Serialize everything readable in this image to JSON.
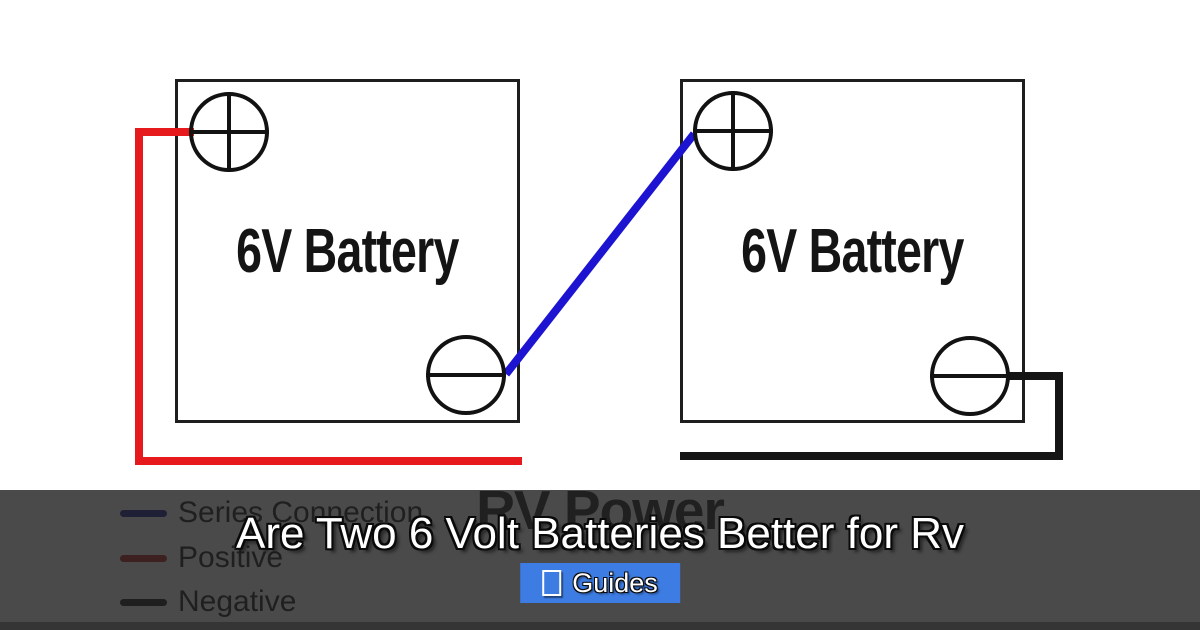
{
  "diagram": {
    "batteries": [
      {
        "label": "6V Battery"
      },
      {
        "label": "6V Battery"
      }
    ],
    "caption": "RV Power",
    "terminals": {
      "positive_symbol": "circle-with-cross",
      "negative_symbol": "circle-with-minus"
    },
    "wires": {
      "series_color": "#1d14d2",
      "positive_color": "#e61a1c",
      "negative_color": "#151515"
    },
    "legend": {
      "items": [
        {
          "label": "Series Connection",
          "color": "#14148c"
        },
        {
          "label": "Positive",
          "color": "#b51a1a"
        },
        {
          "label": "Negative",
          "color": "#121212"
        }
      ]
    }
  },
  "overlay": {
    "title": "Are Two 6 Volt Batteries Better for Rv",
    "background": "rgba(34,34,34,0.82)",
    "badge": {
      "label": "Guides",
      "icon": "missing-glyph-box",
      "color": "#3d7ce2"
    }
  }
}
